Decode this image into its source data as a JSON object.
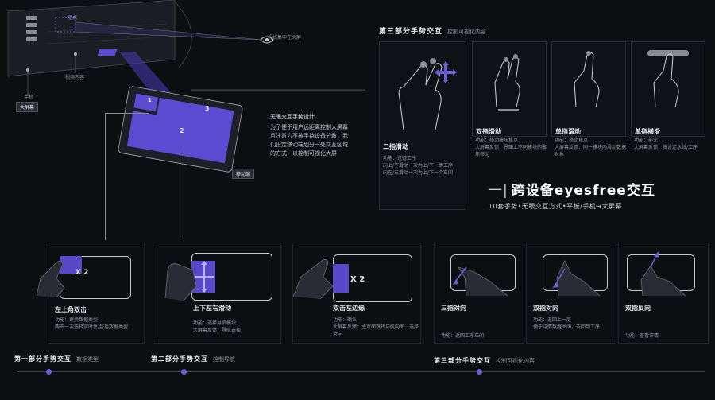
{
  "top": {
    "small_label": "短点",
    "eye_label": "视线集中在大屏",
    "phone_label": "手机",
    "screen_label": "大屏幕",
    "content_label": "视频内容",
    "tablet_keys": [
      "1",
      "2",
      "3"
    ],
    "tablet_tag": "移动端",
    "desc_title": "无眼交互手势设计",
    "desc_body": "为了便于用户远距离控制大屏幕且注意力不被手持设备分散，我们设定移动端划分一处交互区域的方式，以控制可视化大屏"
  },
  "part3": {
    "title": "第三部分手势交互",
    "subtitle": "控制可视化内容",
    "cards": [
      {
        "name": "二指滑动",
        "body": "功能：过道工序\n向上/下滑动一次为上/下一步工序\n向左/右滑动一次为上/下一个车间"
      },
      {
        "name": "双指滑动",
        "body": "功能：移动模块焦点\n大屏幕反馈：界面上不同模块的聚焦移动"
      },
      {
        "name": "单指滑动",
        "body": "功能：移动焦点\n大屏幕反馈：同一模块内滑动数据对象"
      },
      {
        "name": "单指横滑",
        "body": "功能：前完\n大屏幕反馈：按设定水线/工序"
      }
    ]
  },
  "banner": {
    "title": "跨设备eyesfree交互",
    "subtitle": "10套手势•无眼交互方式•平板/手机→大屏幕",
    "prefix": "一|"
  },
  "part1": {
    "title": "第一部分手势交互",
    "subtitle": "数据类型",
    "card": {
      "name": "左上角双击",
      "badge": "X 2",
      "body": "功能：更换数据类型\n两击一次选择实时性/包括数据类型"
    }
  },
  "part2": {
    "title": "第二部分手势交互",
    "subtitle": "控制导航",
    "card": {
      "name": "上下左右滑动",
      "body": "功能：选择导航模块\n大屏幕反馈：导航选择"
    }
  },
  "bottom_cards": [
    {
      "name": "双击左边缘",
      "badge": "X 2",
      "body": "功能：确认\n大屏幕反馈：主页面跳转与航向图，选择对向"
    },
    {
      "name": "三指对向",
      "body": "功能：返回工序车间"
    },
    {
      "name": "双指对向",
      "body": "功能：返回上一层\n便于详情数据关闭，去回到工序"
    },
    {
      "name": "双指反向",
      "body": "功能：查看详情"
    }
  ],
  "part3b": {
    "title": "第三部分手势交互",
    "subtitle": "控制可视化内容"
  },
  "colors": {
    "accent": "#5847c8",
    "bg": "#0d0e12"
  }
}
